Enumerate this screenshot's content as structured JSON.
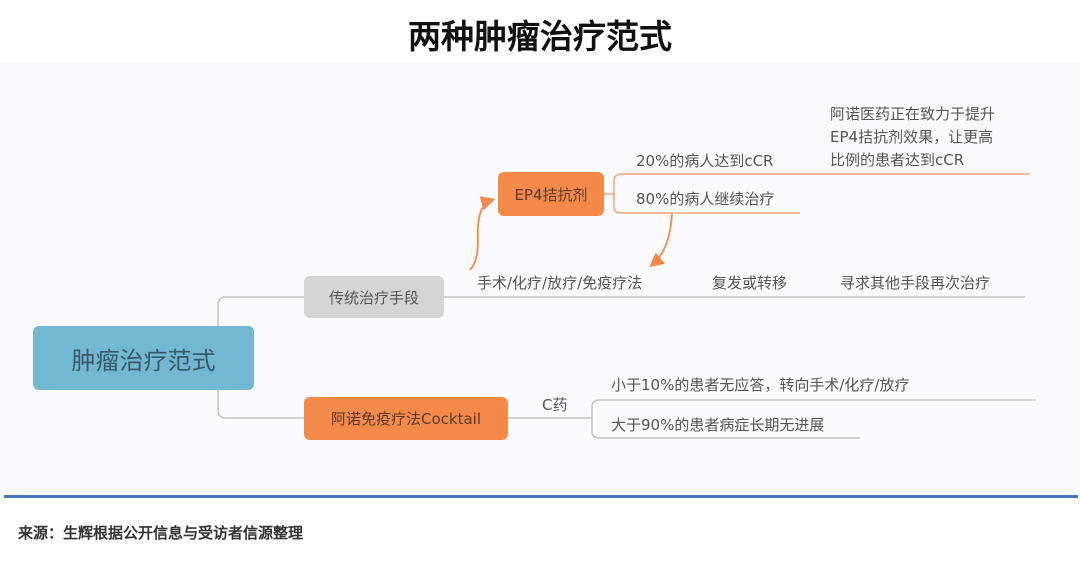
{
  "title": "两种肿瘤治疗范式",
  "root": "肿瘤治疗范式",
  "traditional": {
    "label": "传统治疗手段",
    "steps": [
      "手术/化疗/放疗/免疫疗法",
      "复发或转移",
      "寻求其他手段再次治疗"
    ]
  },
  "ep4": {
    "label": "EP4拮抗剂",
    "outcomes": [
      "20%的病人达到cCR",
      "80%的病人继续治疗"
    ],
    "note": [
      "阿诺医药正在致力于提升",
      "EP4拮抗剂效果，让更高",
      "比例的患者达到cCR"
    ]
  },
  "cocktail": {
    "label": "阿诺免疫疗法Cocktail",
    "drug": "C药",
    "outcomes": [
      "小于10%的患者无应答，转向手术/化疗/放疗",
      "大于90%的患者病症长期无进展"
    ]
  },
  "source": "来源：生辉根据公开信息与受访者信源整理",
  "colors": {
    "root": "#72b8d3",
    "orange": "#f5894a",
    "gray": "#d5d5d5",
    "divider": "#4a76bf"
  }
}
